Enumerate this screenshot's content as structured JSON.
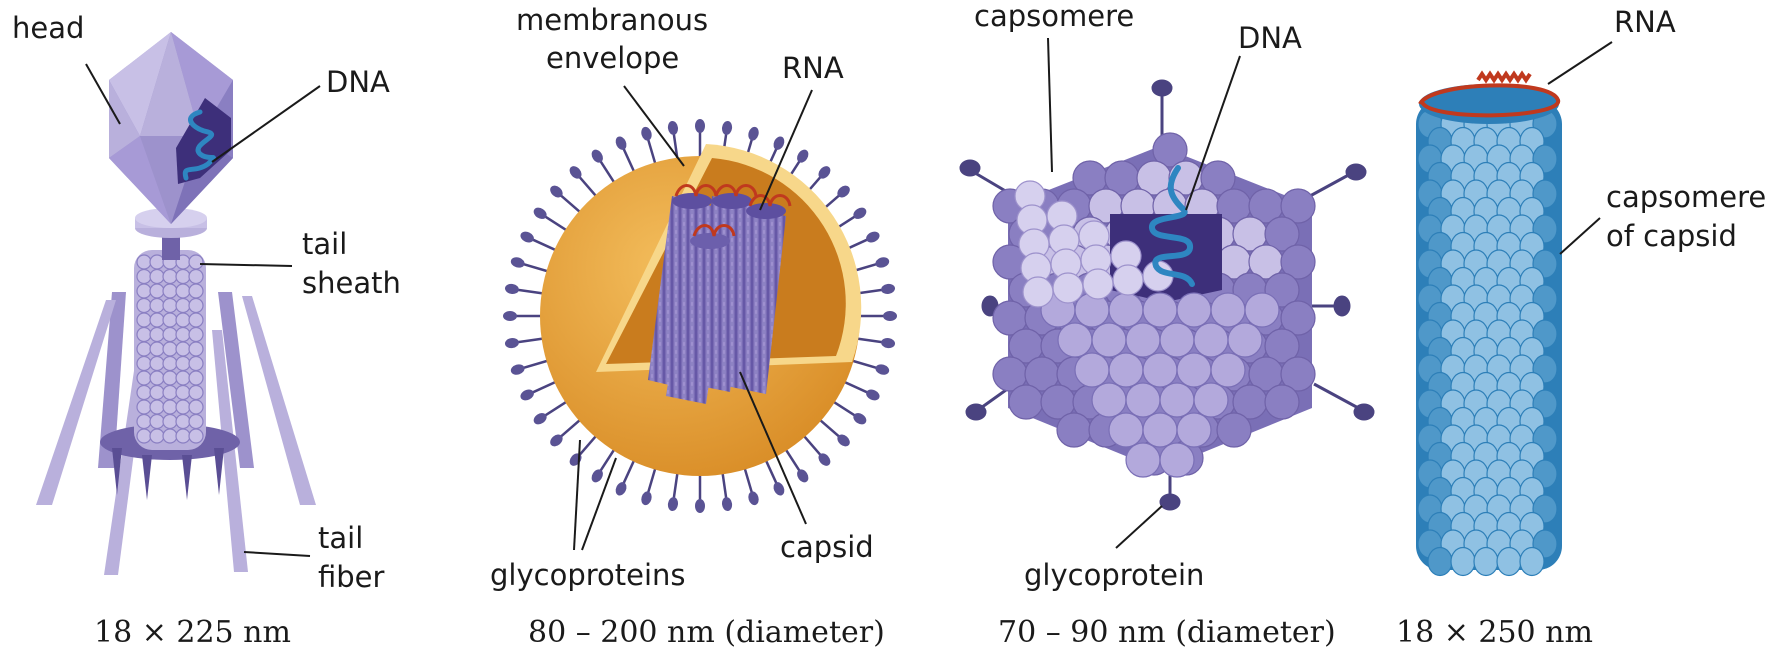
{
  "viruses": [
    {
      "id": "bacteriophage",
      "labels": {
        "head": "head",
        "dna": "DNA",
        "tail_sheath_1": "tail",
        "tail_sheath_2": "sheath",
        "tail_fiber_1": "tail",
        "tail_fiber_2": "fiber"
      },
      "size": "18 × 225 nm"
    },
    {
      "id": "enveloped-virus",
      "labels": {
        "envelope_1": "membranous",
        "envelope_2": "envelope",
        "rna": "RNA",
        "glycoproteins": "glycoproteins",
        "capsid": "capsid"
      },
      "size": "80 – 200 nm (diameter)"
    },
    {
      "id": "icosahedral-virus",
      "labels": {
        "capsomere": "capsomere",
        "dna": "DNA",
        "glycoprotein": "glycoprotein"
      },
      "size": "70 – 90 nm (diameter)"
    },
    {
      "id": "helical-virus",
      "labels": {
        "rna": "RNA",
        "capsomere_1": "capsomere",
        "capsomere_2": "of capsid"
      },
      "size": "18 × 250 nm"
    }
  ],
  "colors": {
    "phage_light": "#b9b0dc",
    "phage_mid": "#9d92cc",
    "phage_dark": "#6f62a8",
    "envelope": "#e8a43c",
    "envelope_inner": "#c97c1e",
    "envelope_rim": "#f7d78a",
    "spike": "#4a4380",
    "dna_blue": "#2e86c1",
    "rna_red": "#c0391e",
    "icosa_light": "#c8c0e6",
    "icosa_dark": "#7a6fb6",
    "helix_light": "#8fc1e3",
    "helix_dark": "#2d7fb8"
  }
}
